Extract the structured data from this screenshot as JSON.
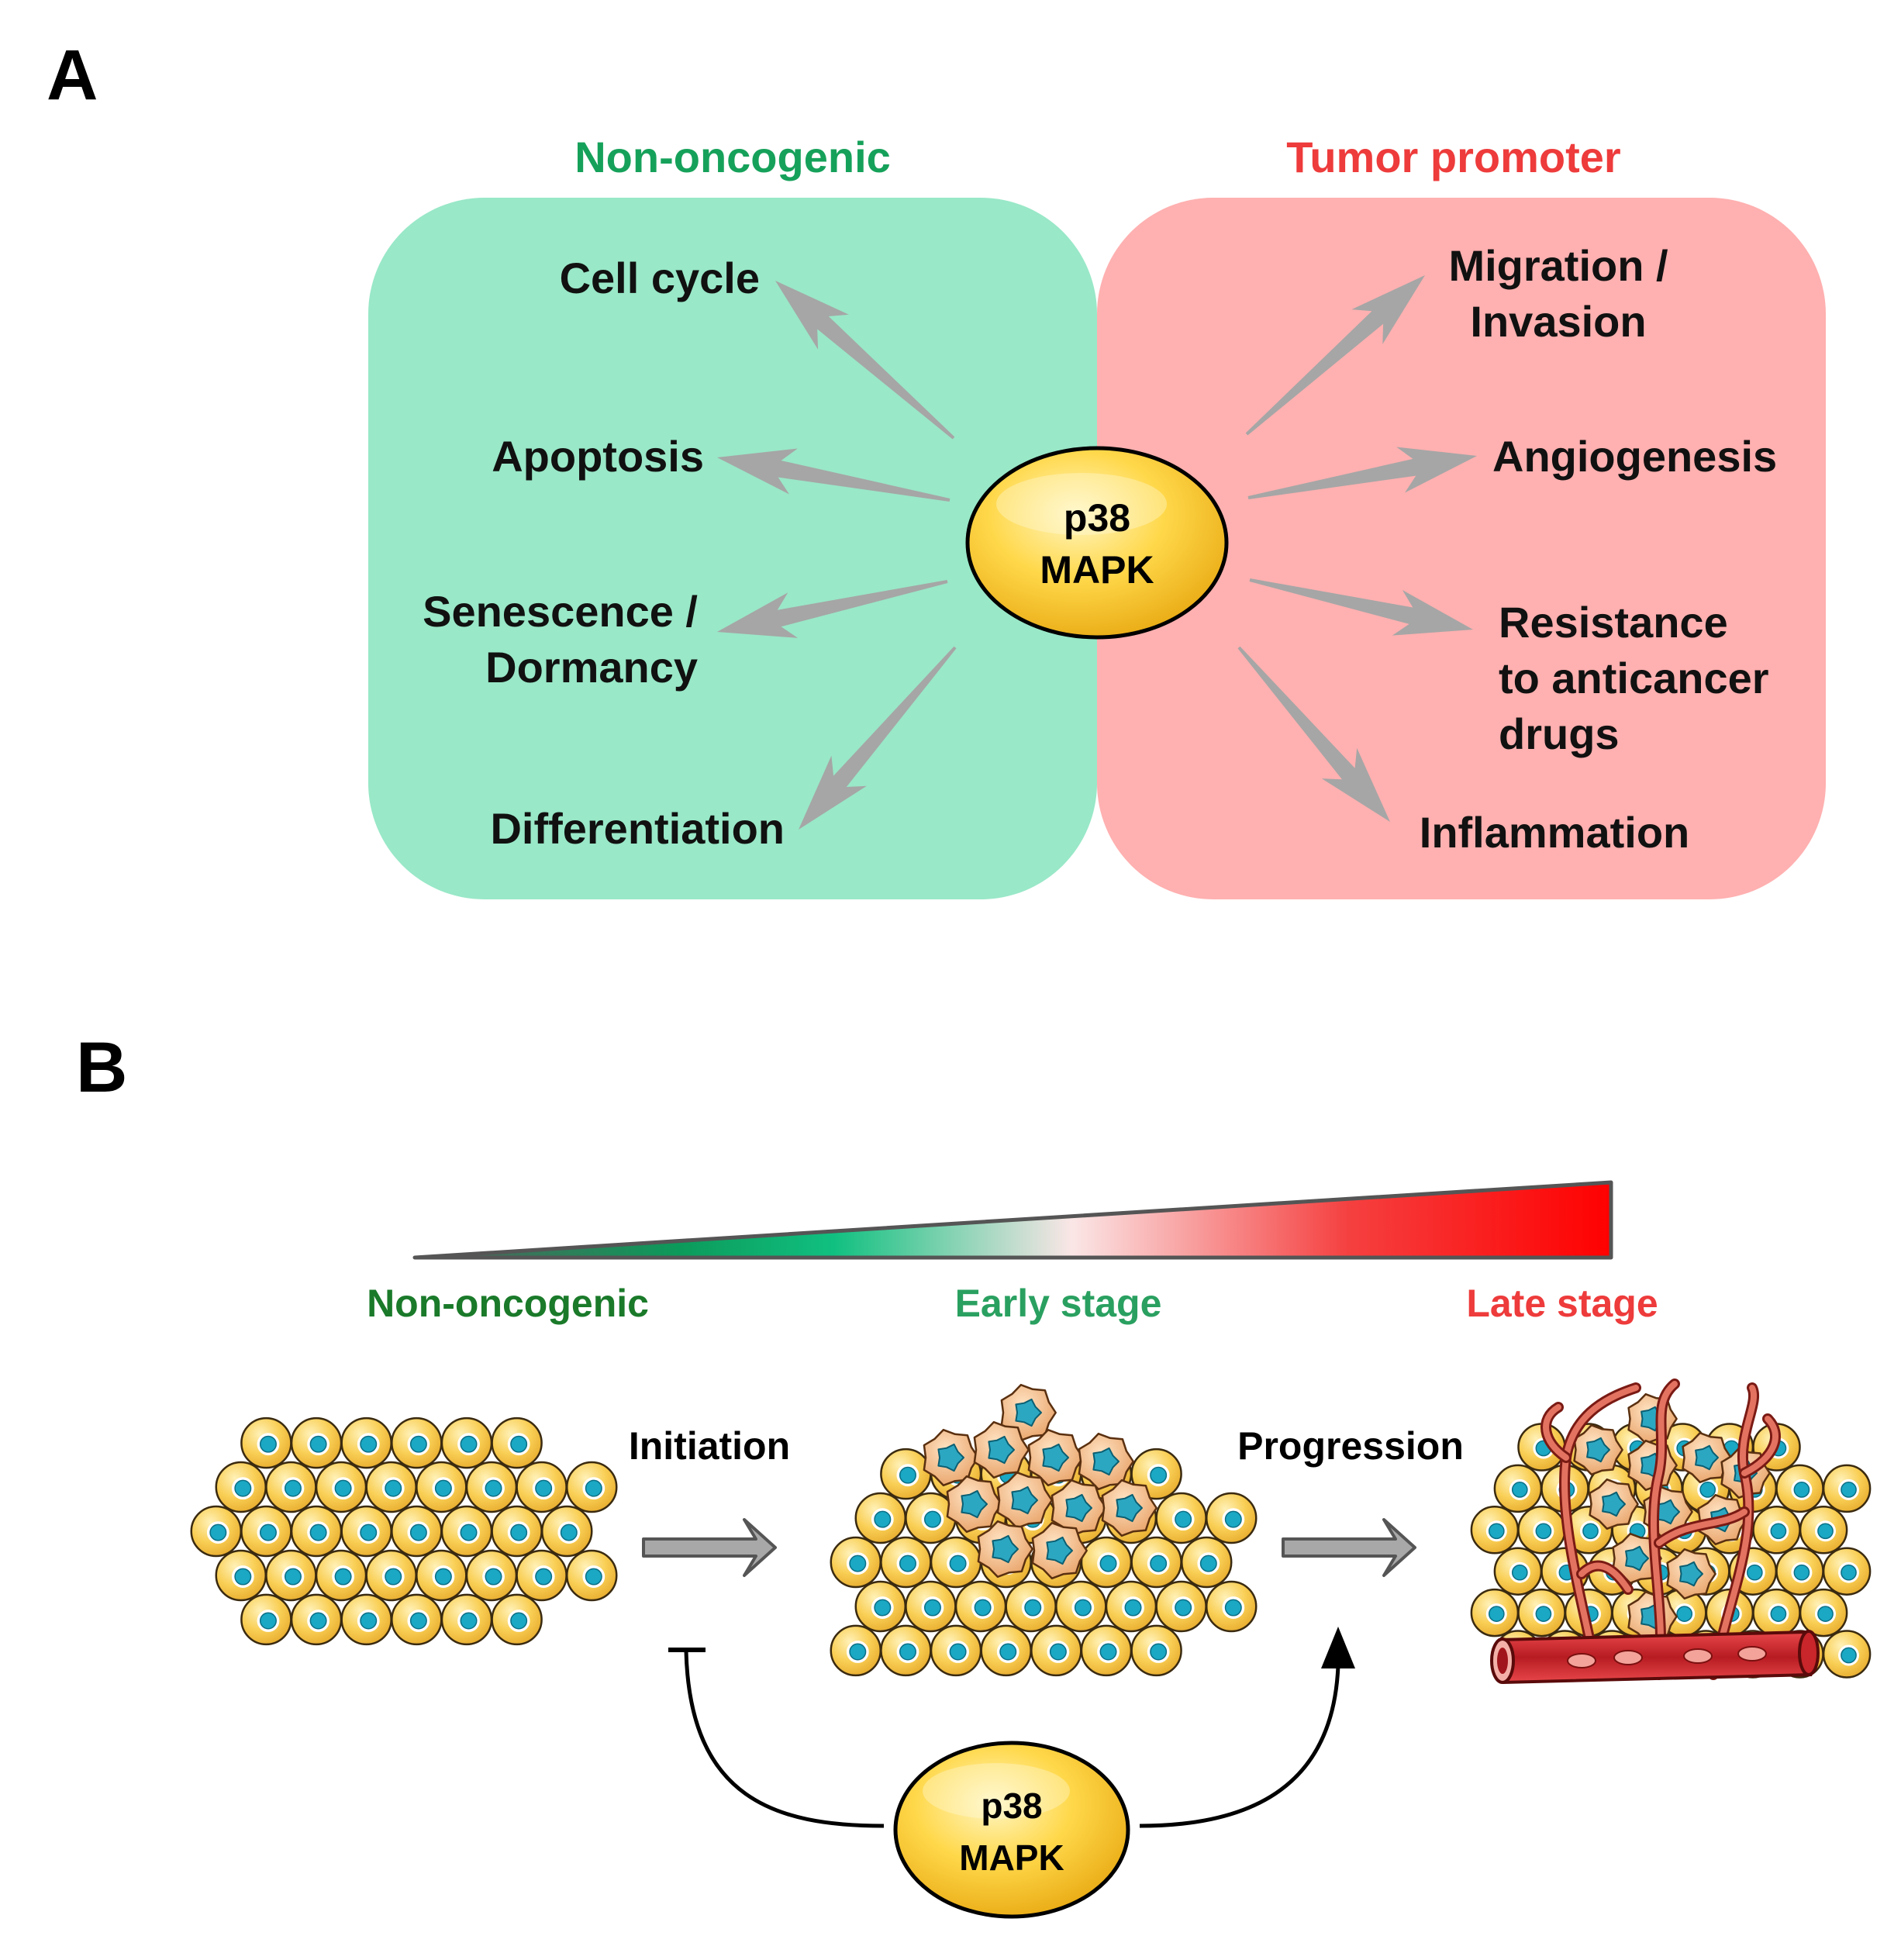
{
  "panel_a": {
    "label": "A",
    "left_header": "Non-oncogenic",
    "right_header": "Tumor promoter",
    "center": {
      "line1": "p38",
      "line2": "MAPK"
    },
    "left_outcomes": [
      {
        "lines": [
          "Cell cycle"
        ]
      },
      {
        "lines": [
          "Apoptosis"
        ]
      },
      {
        "lines": [
          "Senescence /",
          "Dormancy"
        ]
      },
      {
        "lines": [
          "Differentiation"
        ]
      }
    ],
    "right_outcomes": [
      {
        "lines": [
          "Migration /",
          "Invasion"
        ]
      },
      {
        "lines": [
          "Angiogenesis"
        ]
      },
      {
        "lines": [
          "Resistance",
          "to anticancer",
          "drugs"
        ]
      },
      {
        "lines": [
          "Inflammation"
        ]
      }
    ]
  },
  "panel_b": {
    "label": "B",
    "gradient_labels": {
      "left": "Non-oncogenic",
      "middle": "Early stage",
      "right": "Late stage"
    },
    "transitions": {
      "initiation": "Initiation",
      "progression": "Progression"
    },
    "center": {
      "line1": "p38",
      "line2": "MAPK"
    }
  },
  "colors": {
    "green_box": "#99e8c8",
    "red_box": "#ffb0b0",
    "green_text": "#16a15a",
    "dark_green_text": "#1a7a2a",
    "early_text": "#2aa060",
    "red_text": "#ee3b3b",
    "arrow_gray": "#a6a6a6",
    "cell_yellow": "#f7c546",
    "nucleus_cyan": "#1aa8c4",
    "cancer_orange": "#f2b37f",
    "vessel_red": "#c8262a"
  }
}
